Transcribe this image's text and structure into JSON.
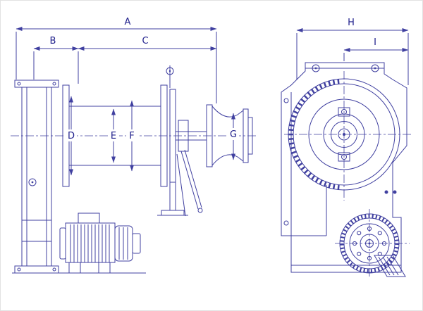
{
  "diagram": {
    "kind": "technical-engineering-drawing",
    "colors": {
      "line": "#4040a0",
      "label": "#20208c",
      "background": "#ffffff"
    },
    "dimension_labels": {
      "A": "A",
      "B": "B",
      "C": "C",
      "D": "D",
      "E": "E",
      "F": "F",
      "G": "G",
      "H": "H",
      "I": "I"
    }
  }
}
